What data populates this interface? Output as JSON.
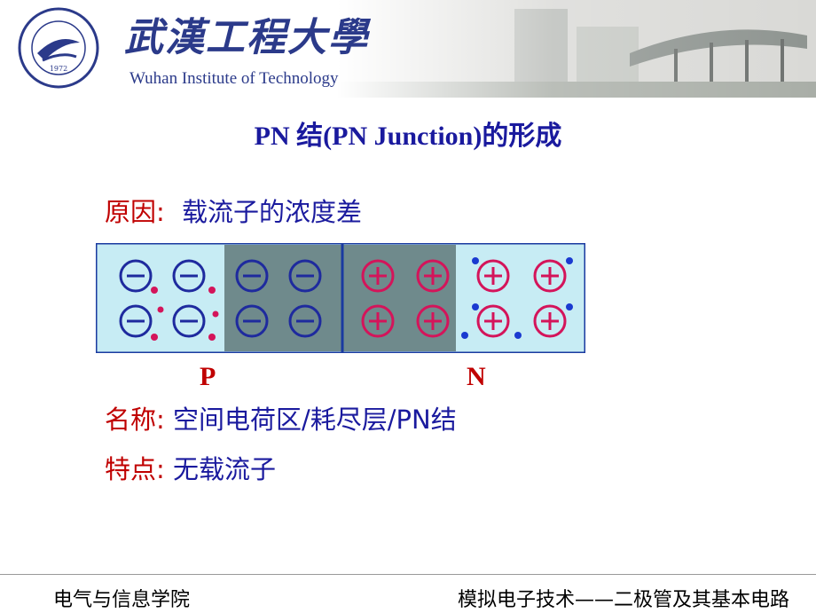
{
  "header": {
    "university_cn": "武漢工程大學",
    "university_en": "Wuhan Institute of Technology",
    "logo_year": "1972"
  },
  "title": "PN 结(PN Junction)的形成",
  "cause": {
    "label": "原因:",
    "text": "载流子的浓度差"
  },
  "diagram": {
    "p_label": "P",
    "n_label": "N",
    "colors": {
      "outer": "#c7ecf4",
      "depletion": "#6f8a8c",
      "negative_ion": "#1e2a9e",
      "positive_ion": "#d4145a"
    }
  },
  "name": {
    "label": "名称:",
    "text": "空间电荷区/耗尽层/PN结"
  },
  "feature": {
    "label": "特点:",
    "text": "无载流子"
  },
  "footer": {
    "left": "电气与信息学院",
    "right": "模拟电子技术——二极管及其基本电路"
  }
}
